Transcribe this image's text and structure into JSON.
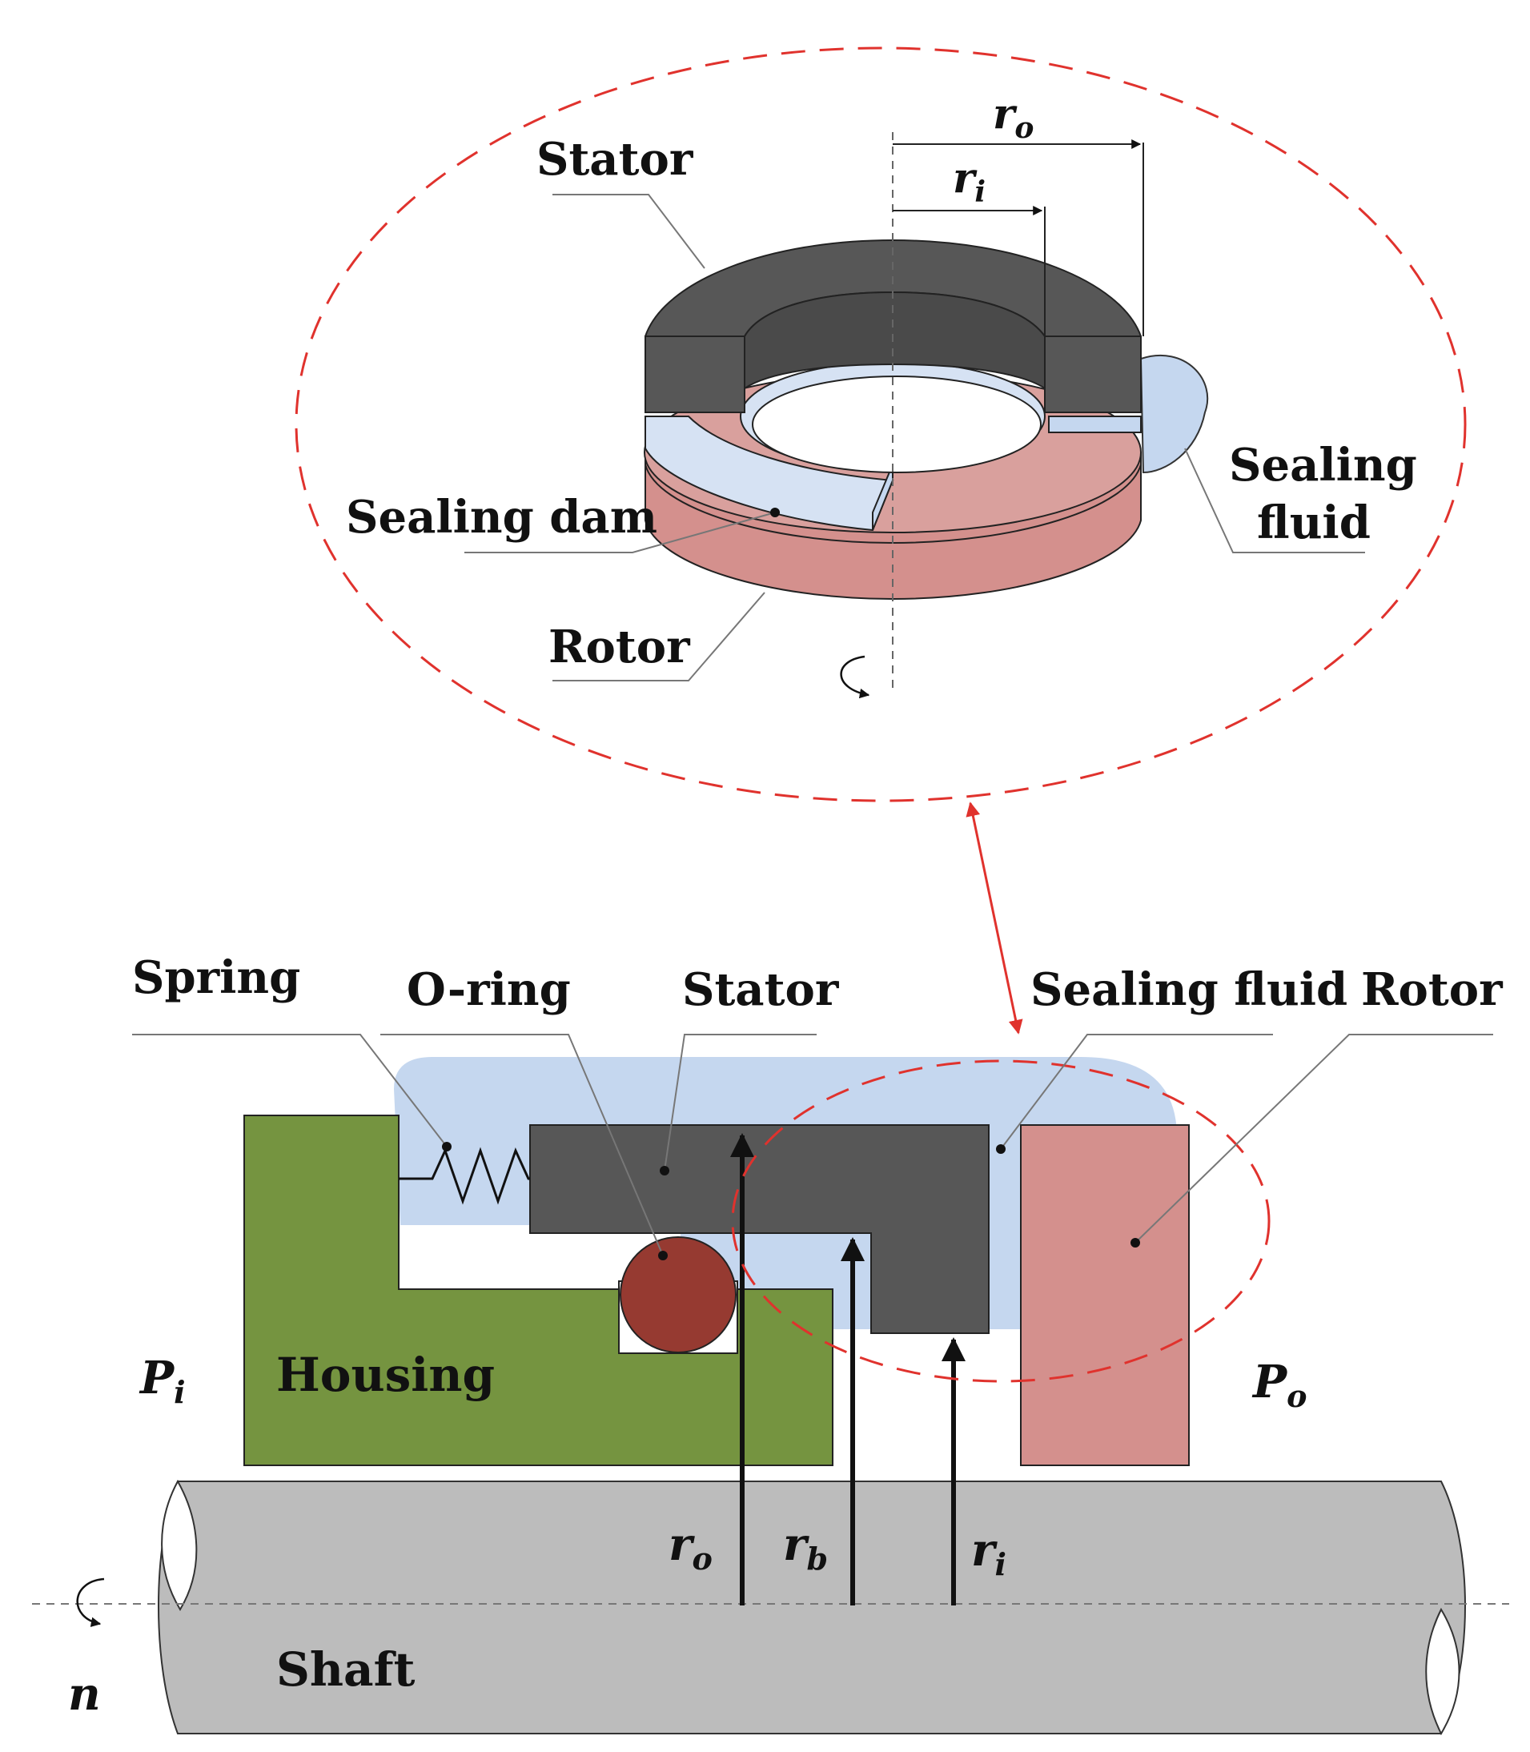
{
  "colors": {
    "stator": "#575757",
    "rotor": "#d4908d",
    "rotor_face": "#d9a09d",
    "sealing_fluid": "#c5d7ef",
    "dam": "#d6e2f3",
    "housing": "#759440",
    "oring": "#963a31",
    "shaft": "#bcbcbc",
    "highlight": "#e0322d"
  },
  "detail": {
    "stator": "Stator",
    "sealing_dam": "Sealing dam",
    "rotor": "Rotor",
    "sealing_fluid_1": "Sealing",
    "sealing_fluid_2": "fluid",
    "r_o": "r",
    "r_o_sub": "o",
    "r_i": "r",
    "r_i_sub": "i"
  },
  "assembly": {
    "spring": "Spring",
    "oring": "O-ring",
    "stator": "Stator",
    "sealing_fluid": "Sealing fluid",
    "rotor": "Rotor",
    "housing": "Housing",
    "shaft": "Shaft",
    "p_i": "P",
    "p_i_sub": "i",
    "p_o": "P",
    "p_o_sub": "o",
    "r_o": "r",
    "r_o_sub": "o",
    "r_b": "r",
    "r_b_sub": "b",
    "r_i": "r",
    "r_i_sub": "i",
    "n": "n"
  }
}
